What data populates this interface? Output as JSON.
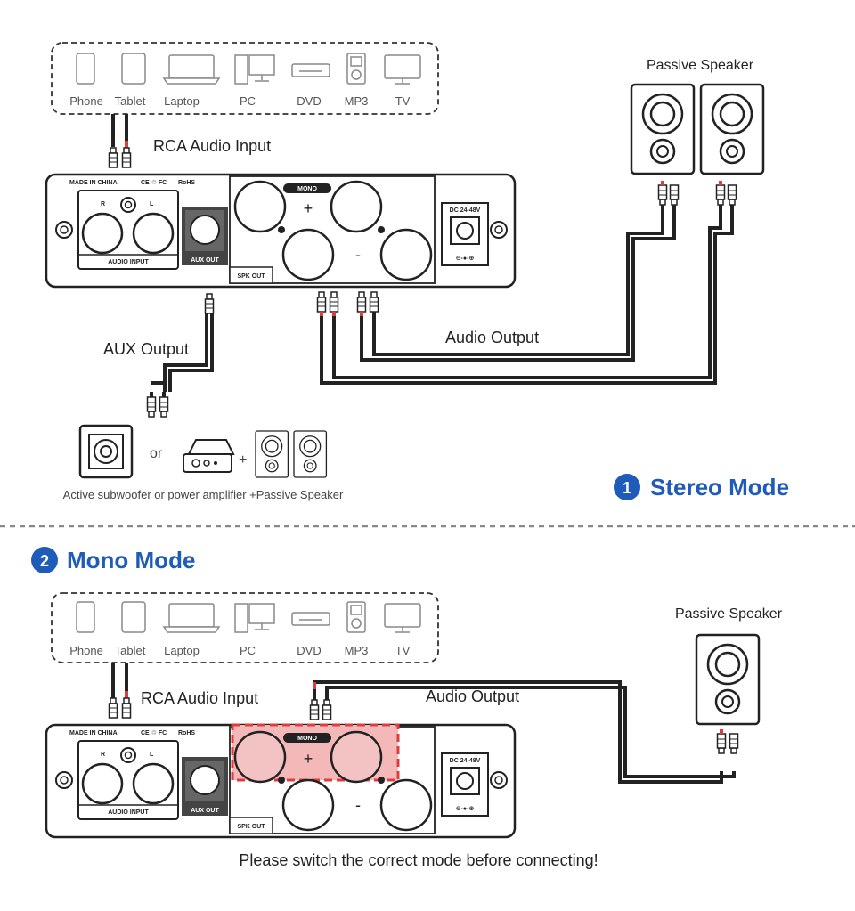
{
  "sources": [
    {
      "label": "Phone",
      "icon": "phone-icon"
    },
    {
      "label": "Tablet",
      "icon": "tablet-icon"
    },
    {
      "label": "Laptop",
      "icon": "laptop-icon"
    },
    {
      "label": "PC",
      "icon": "pc-icon"
    },
    {
      "label": "DVD",
      "icon": "dvd-icon"
    },
    {
      "label": "MP3",
      "icon": "mp3-icon"
    },
    {
      "label": "TV",
      "icon": "tv-icon"
    }
  ],
  "amp": {
    "made_in": "MADE IN CHINA",
    "certs": "CE ♲ FC",
    "rohs": "RoHS",
    "r": "R",
    "l": "L",
    "audio_input": "AUDIO INPUT",
    "aux_out": "AUX OUT",
    "mono": "MONO",
    "plus": "+",
    "minus": "-",
    "spk_out": "SPK OUT",
    "dc": "DC 24-48V"
  },
  "stereo": {
    "number": "1",
    "title": "Stereo Mode",
    "rca_input_label": "RCA Audio Input",
    "passive_speaker_label": "Passive Speaker",
    "audio_output_label": "Audio Output",
    "aux_output_label": "AUX Output",
    "or_label": "or",
    "plus_label": "+",
    "caption": "Active subwoofer or power amplifier +Passive Speaker"
  },
  "mono": {
    "number": "2",
    "title": "Mono Mode",
    "rca_input_label": "RCA Audio Input",
    "audio_output_label": "Audio Output",
    "passive_speaker_label": "Passive Speaker",
    "warning": "Please switch the correct mode before connecting!"
  },
  "colors": {
    "accent": "#1f5bb8",
    "highlight": "#e23b3b",
    "highlight_fill": "#f4b8b8",
    "line": "#222222"
  }
}
